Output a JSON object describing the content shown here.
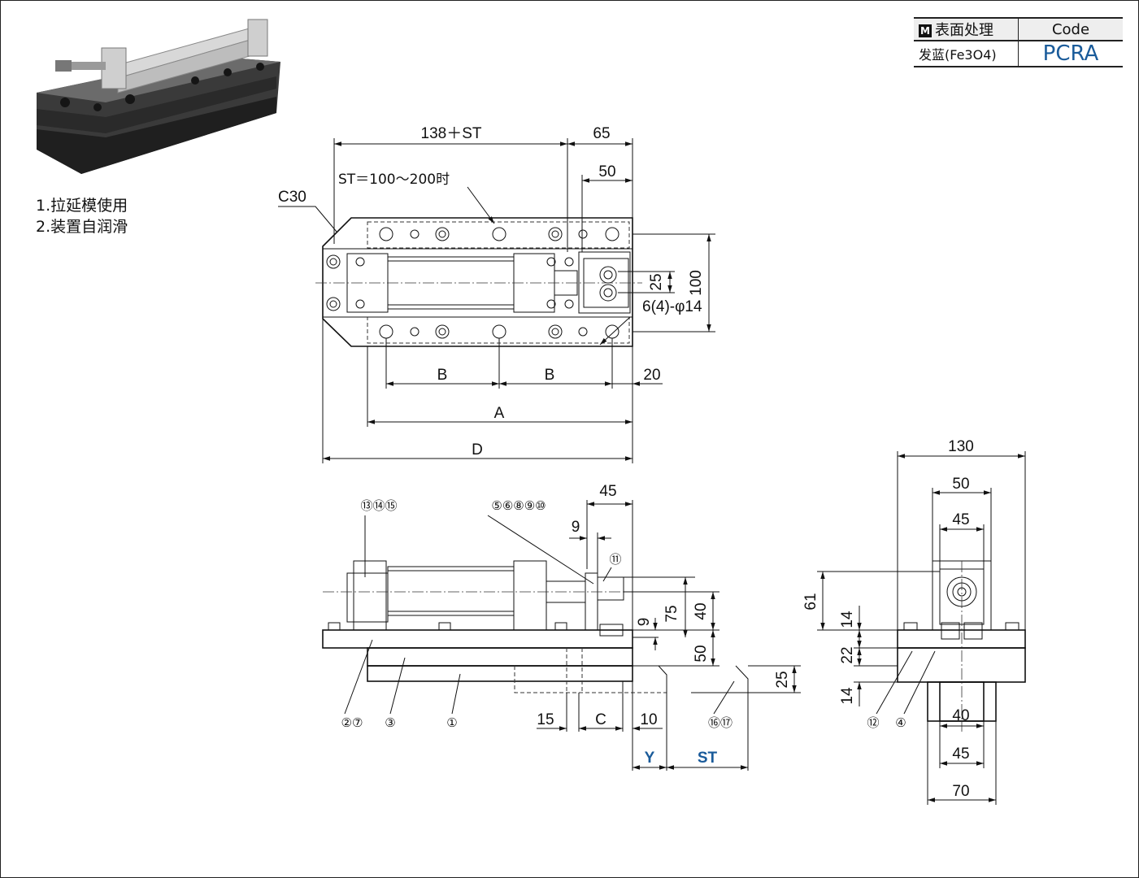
{
  "table": {
    "header_label": "表面处理",
    "header_icon_text": "M",
    "header_code": "Code",
    "row_label": "发蓝(Fe3O4)",
    "row_code": "PCRA"
  },
  "notes": [
    "1.拉延模使用",
    "2.装置自润滑"
  ],
  "top_view": {
    "dims": {
      "d138": "138＋ST",
      "d65": "65",
      "d50": "50",
      "st_note": "ST＝100～200时",
      "c30": "C30",
      "d25": "25",
      "d100": "100",
      "holes": "6(4)-φ14",
      "b1": "B",
      "b2": "B",
      "d20": "20",
      "a": "A",
      "d": "D"
    }
  },
  "front_view": {
    "dims": {
      "d45": "45",
      "d9a": "9",
      "d9b": "9",
      "d75": "75",
      "d40": "40",
      "d50": "50",
      "d25": "25",
      "d15": "15",
      "c": "C",
      "d10": "10",
      "y": "Y",
      "st": "ST"
    },
    "callouts": {
      "c131415": "⑬⑭⑮",
      "c5681011": "⑤⑥⑧⑨⑩",
      "c11": "⑪",
      "c27": "②⑦",
      "c3": "③",
      "c1": "①",
      "c1617": "⑯⑰"
    }
  },
  "side_view": {
    "dims": {
      "d130": "130",
      "d50": "50",
      "d45a": "45",
      "d61": "61",
      "d14a": "14",
      "d22": "22",
      "d14b": "14",
      "d40": "40",
      "d45b": "45",
      "d70": "70"
    },
    "callouts": {
      "c12": "⑫",
      "c4": "④"
    }
  },
  "colors": {
    "accent_blue": "#1a5b9a",
    "line": "#111111"
  }
}
